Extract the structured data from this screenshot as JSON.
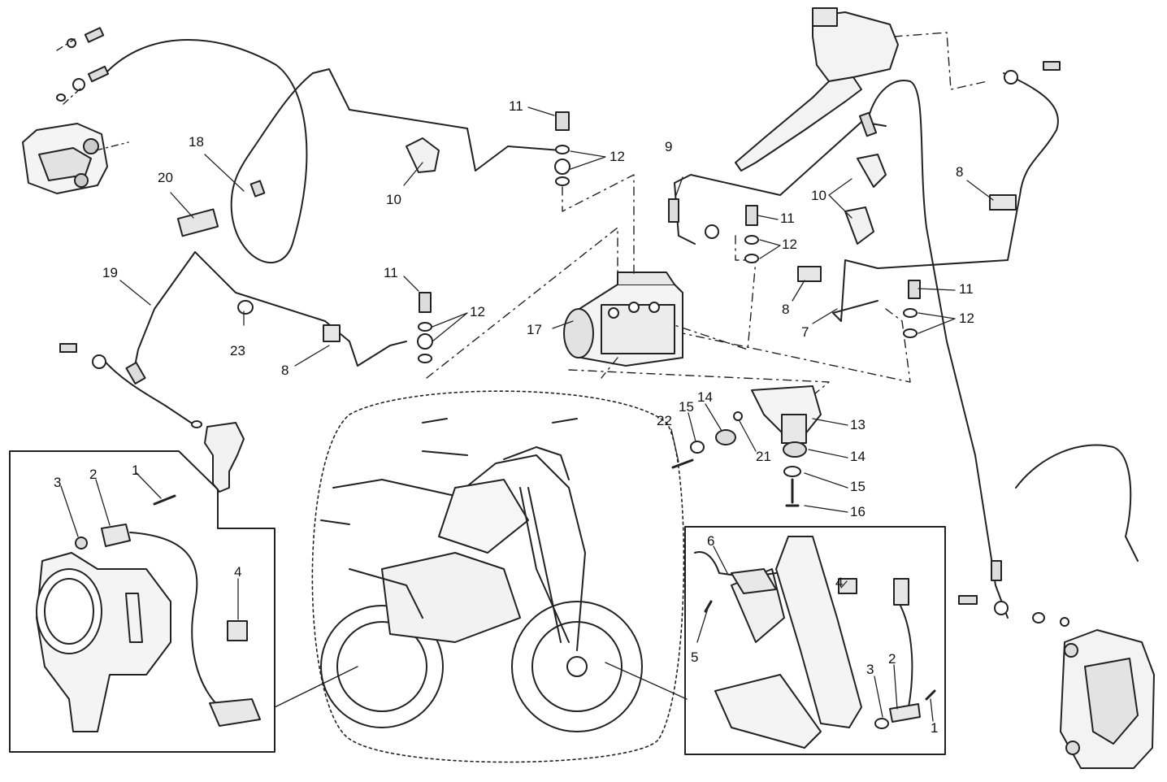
{
  "callouts": [
    {
      "id": "c1-left-inset",
      "text": "1"
    },
    {
      "id": "c2-left-inset",
      "text": "2"
    },
    {
      "id": "c3-left-inset",
      "text": "3"
    },
    {
      "id": "c4-left-inset",
      "text": "4"
    },
    {
      "id": "c4-right-inset",
      "text": "4"
    },
    {
      "id": "c5-right-inset",
      "text": "5"
    },
    {
      "id": "c6-right-inset",
      "text": "6"
    },
    {
      "id": "c3-right-inset",
      "text": "3"
    },
    {
      "id": "c2-right-inset",
      "text": "2"
    },
    {
      "id": "c1-right-inset",
      "text": "1"
    },
    {
      "id": "c7",
      "text": "7"
    },
    {
      "id": "c8-left",
      "text": "8"
    },
    {
      "id": "c8-mid",
      "text": "8"
    },
    {
      "id": "c8-right",
      "text": "8"
    },
    {
      "id": "c9",
      "text": "9"
    },
    {
      "id": "c10-left",
      "text": "10"
    },
    {
      "id": "c10-right",
      "text": "10"
    },
    {
      "id": "c11-a",
      "text": "11"
    },
    {
      "id": "c11-b",
      "text": "11"
    },
    {
      "id": "c11-c",
      "text": "11"
    },
    {
      "id": "c11-d",
      "text": "11"
    },
    {
      "id": "c12-a",
      "text": "12"
    },
    {
      "id": "c12-b",
      "text": "12"
    },
    {
      "id": "c12-c",
      "text": "12"
    },
    {
      "id": "c12-d",
      "text": "12"
    },
    {
      "id": "c13",
      "text": "13"
    },
    {
      "id": "c14-left",
      "text": "14"
    },
    {
      "id": "c14-right",
      "text": "14"
    },
    {
      "id": "c15-left",
      "text": "15"
    },
    {
      "id": "c15-right",
      "text": "15"
    },
    {
      "id": "c16",
      "text": "16"
    },
    {
      "id": "c17",
      "text": "17"
    },
    {
      "id": "c18",
      "text": "18"
    },
    {
      "id": "c19",
      "text": "19"
    },
    {
      "id": "c20",
      "text": "20"
    },
    {
      "id": "c21",
      "text": "21"
    },
    {
      "id": "c22",
      "text": "22"
    },
    {
      "id": "c23",
      "text": "23"
    }
  ]
}
